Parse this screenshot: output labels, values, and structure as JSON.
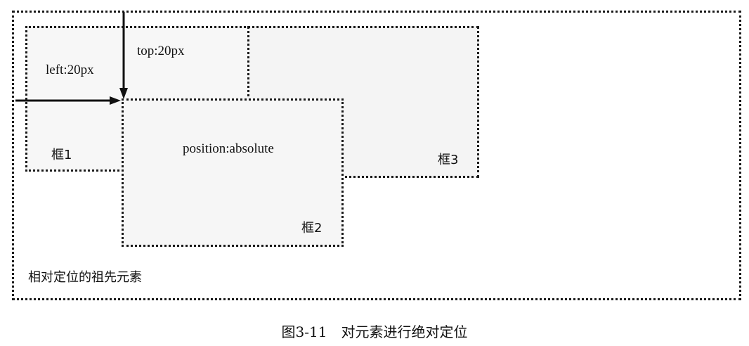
{
  "diagram": {
    "ancestor_label": "相对定位的祖先元素",
    "box1_label": "框1",
    "box2_label": "框2",
    "box3_label": "框3",
    "box2_text": "position:absolute",
    "left_offset_label": "left:20px",
    "top_offset_label": "top:20px"
  },
  "caption": "图3-11　对元素进行绝对定位"
}
